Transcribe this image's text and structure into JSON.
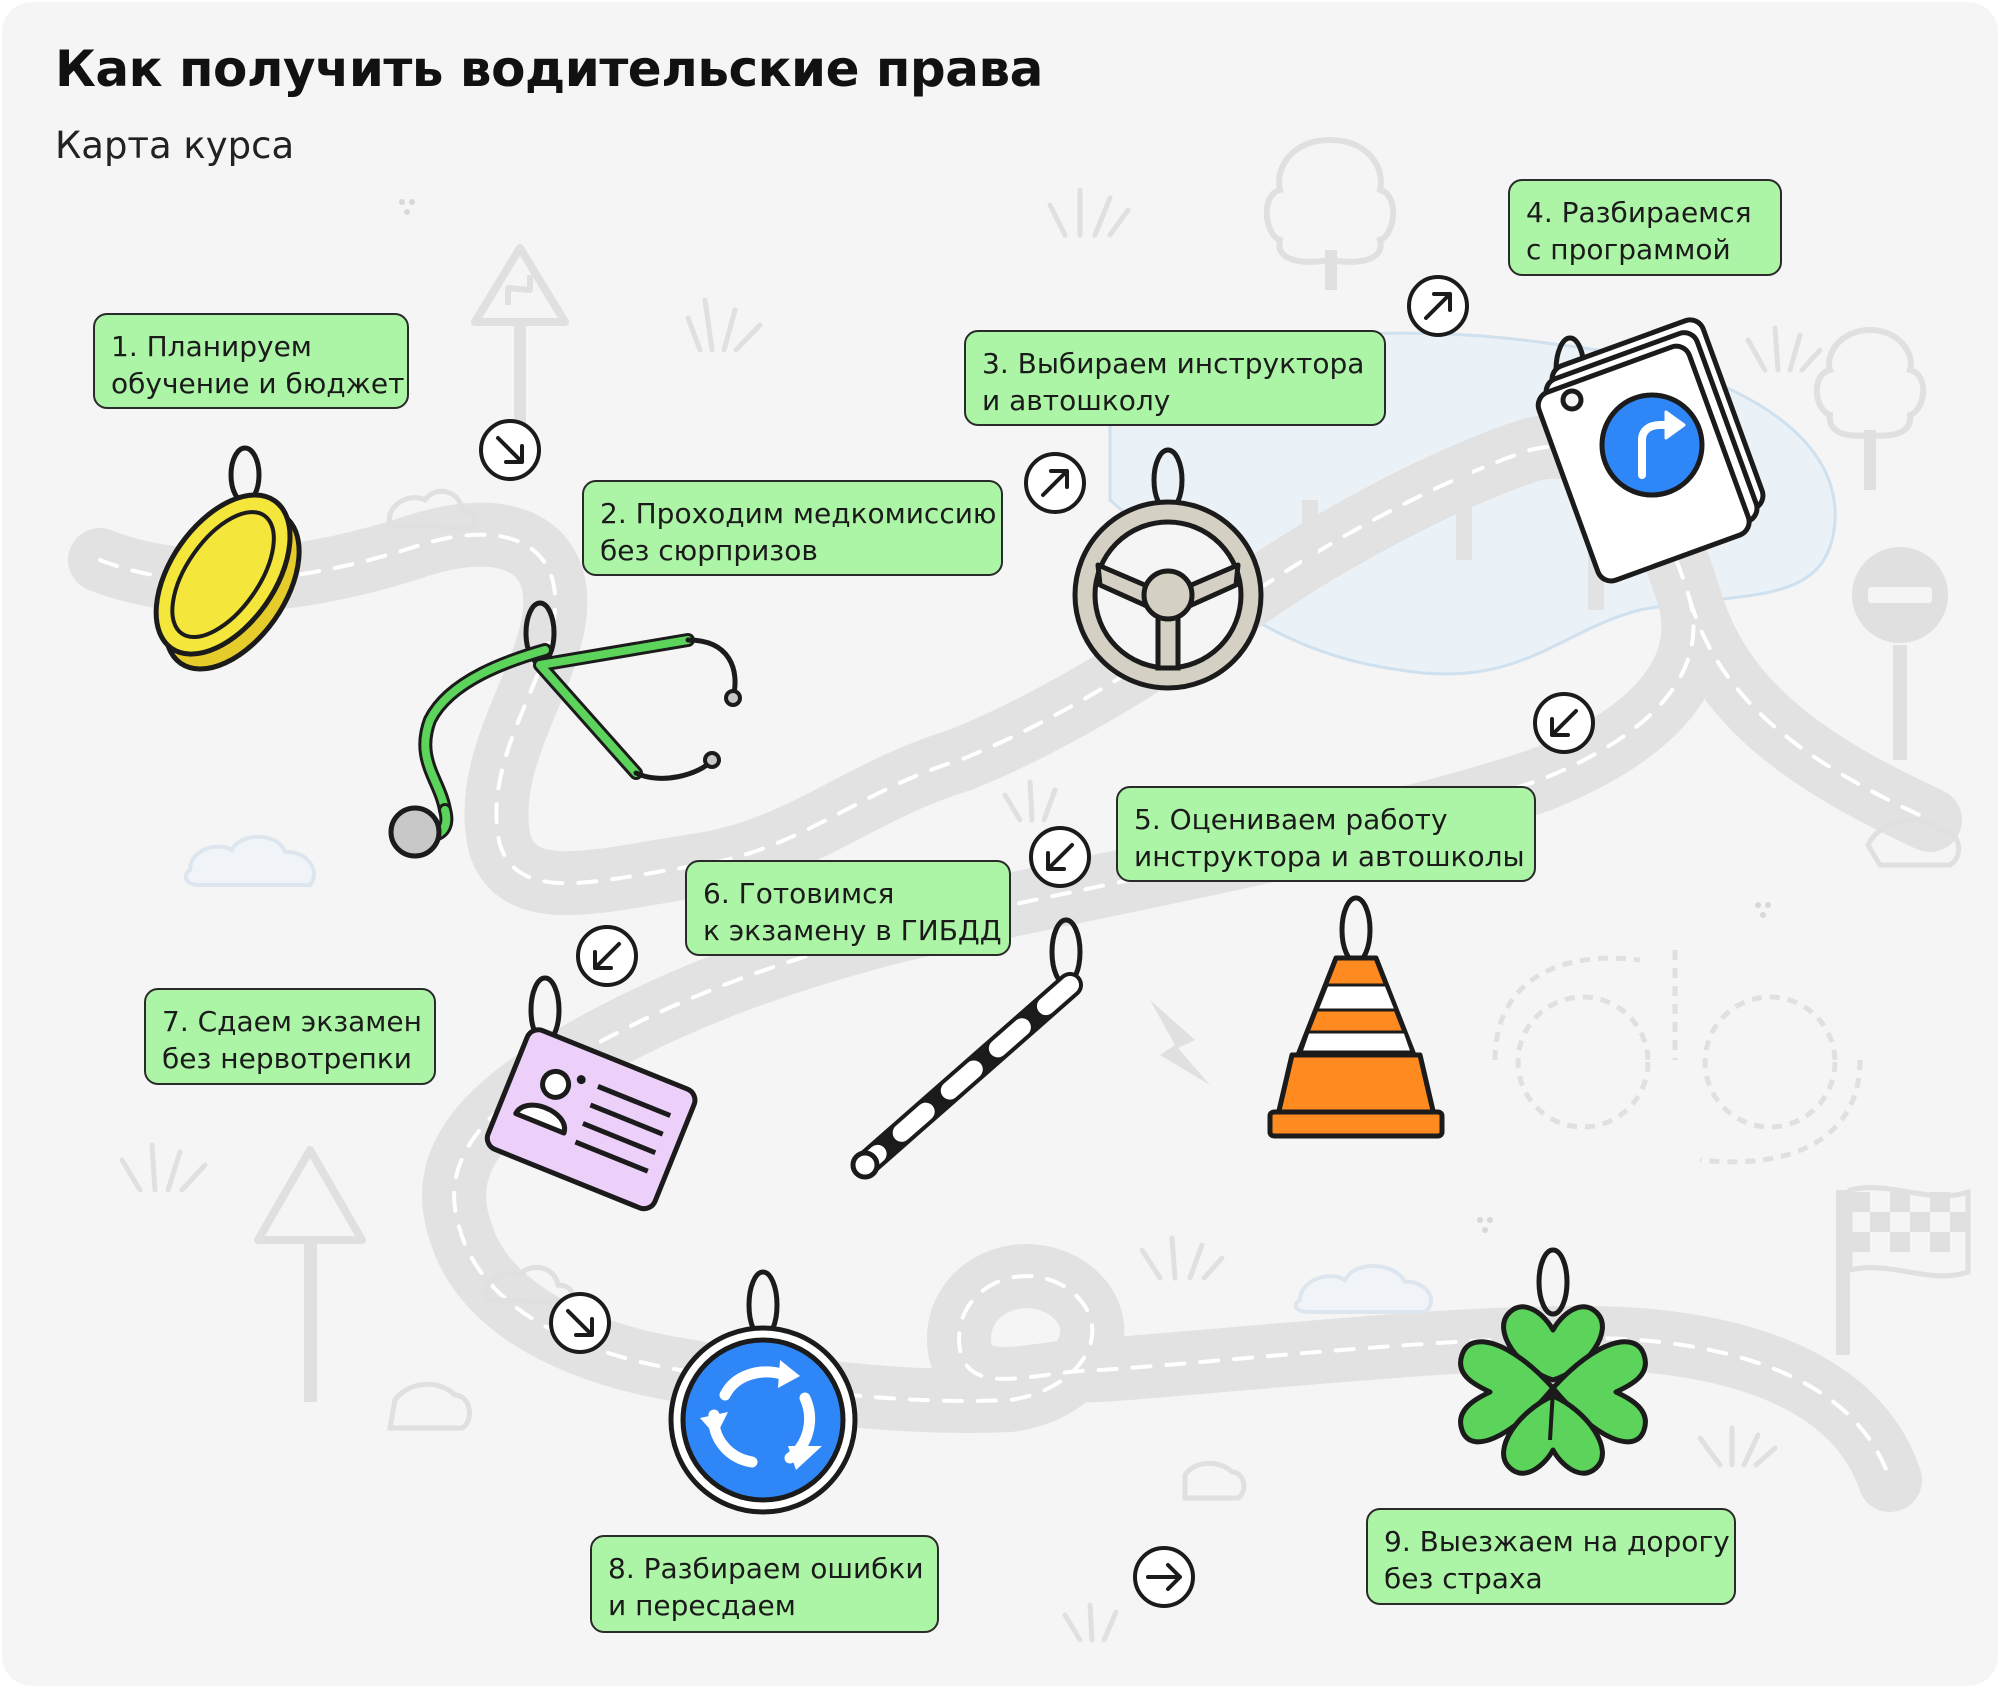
{
  "title": "Как получить водительские права",
  "subtitle": "Карта курса",
  "steps": [
    {
      "line1": "1. Планируем",
      "line2": "обучение и бюджет",
      "icon": "coin-icon"
    },
    {
      "line1": "2. Проходим медкомиссию",
      "line2": "без сюрпризов",
      "icon": "stethoscope-icon"
    },
    {
      "line1": "3. Выбираем инструктора",
      "line2": "и автошколу",
      "icon": "steering-wheel-icon"
    },
    {
      "line1": "4. Разбираемся",
      "line2": "с программой",
      "icon": "road-sign-cards-icon"
    },
    {
      "line1": "5. Оцениваем работу",
      "line2": "инструктора и автошколы",
      "icon": "traffic-cone-icon"
    },
    {
      "line1": "6.  Готовимся",
      "line2": "к экзамену в ГИБДД",
      "icon": "police-baton-icon"
    },
    {
      "line1": "7. Сдаем экзамен",
      "line2": "без нервотрепки",
      "icon": "id-card-icon"
    },
    {
      "line1": "8. Разбираем ошибки",
      "line2": "и пересдаем",
      "icon": "roundabout-sign-icon"
    },
    {
      "line1": "9. Выезжаем на дорогу",
      "line2": "без страха",
      "icon": "clover-icon"
    }
  ],
  "colors": {
    "step_box": "#adf5a6",
    "road": "#e2e2e2",
    "background": "#f5f5f5",
    "coin": "#f5e63c",
    "stethoscope": "#5cd35a",
    "sign_blue": "#2f86f7",
    "cone_orange": "#ff8a1f",
    "id_card": "#ecd0fa",
    "clover": "#5cd35a"
  }
}
